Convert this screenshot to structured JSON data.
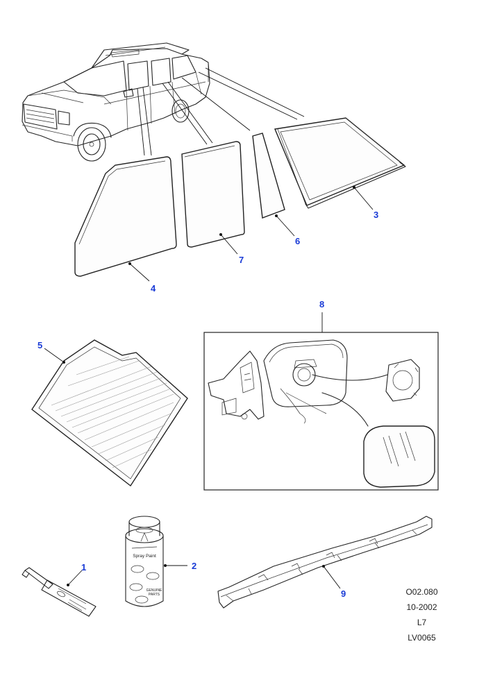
{
  "callouts": {
    "c1": "1",
    "c2": "2",
    "c3": "3",
    "c4": "4",
    "c5": "5",
    "c6": "6",
    "c7": "7",
    "c8": "8",
    "c9": "9"
  },
  "reference": {
    "code": "O02.080",
    "date": "10-2002",
    "level": "L7",
    "id": "LV0065"
  },
  "can_label": {
    "line1": "Spray Paint",
    "line2": "GENUINE",
    "line3": "PARTS"
  },
  "callout_color": "#1a3bd6"
}
